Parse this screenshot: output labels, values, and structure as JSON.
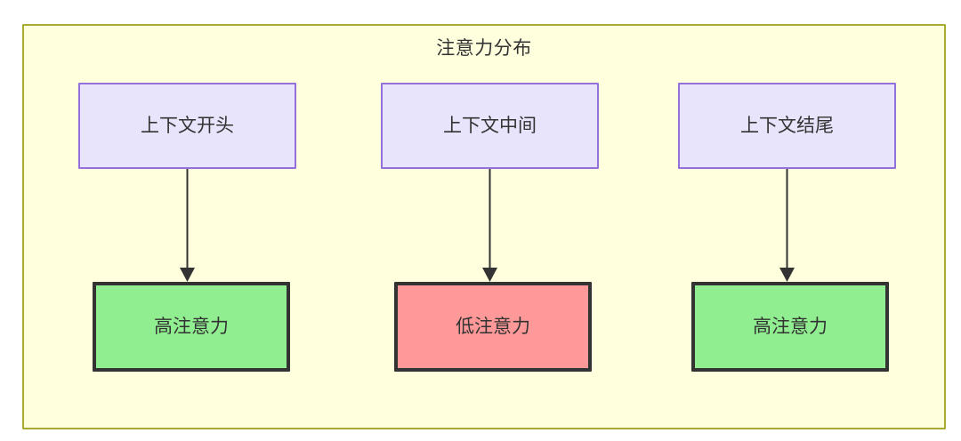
{
  "diagram": {
    "title": "注意力分布",
    "background_color": "#ffffde",
    "border_color": "#aaaa33",
    "type": "flowchart",
    "columns": [
      {
        "id": "col1",
        "source": {
          "label": "上下文开头",
          "fill": "#e8e4fb",
          "stroke": "#9370db"
        },
        "target": {
          "label": "高注意力",
          "fill": "#90ee90",
          "stroke": "#333333",
          "level": "high"
        }
      },
      {
        "id": "col2",
        "source": {
          "label": "上下文中间",
          "fill": "#e8e4fb",
          "stroke": "#9370db"
        },
        "target": {
          "label": "低注意力",
          "fill": "#ff9999",
          "stroke": "#333333",
          "level": "low"
        }
      },
      {
        "id": "col3",
        "source": {
          "label": "上下文结尾",
          "fill": "#e8e4fb",
          "stroke": "#9370db"
        },
        "target": {
          "label": "高注意力",
          "fill": "#90ee90",
          "stroke": "#333333",
          "level": "high"
        }
      }
    ]
  }
}
